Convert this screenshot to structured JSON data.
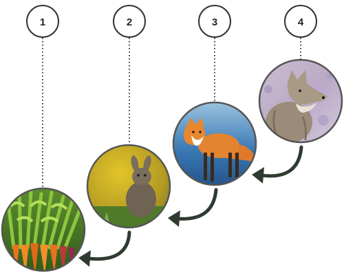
{
  "colors": {
    "arrow": "#2f3b30",
    "circle_border": "#555555",
    "connector": "#333333"
  },
  "steps": [
    {
      "number": "1",
      "subject": "carrots",
      "icon": "carrot-icon"
    },
    {
      "number": "2",
      "subject": "rabbit",
      "icon": "rabbit-icon"
    },
    {
      "number": "3",
      "subject": "fox",
      "icon": "fox-icon"
    },
    {
      "number": "4",
      "subject": "coyote",
      "icon": "coyote-icon"
    }
  ]
}
